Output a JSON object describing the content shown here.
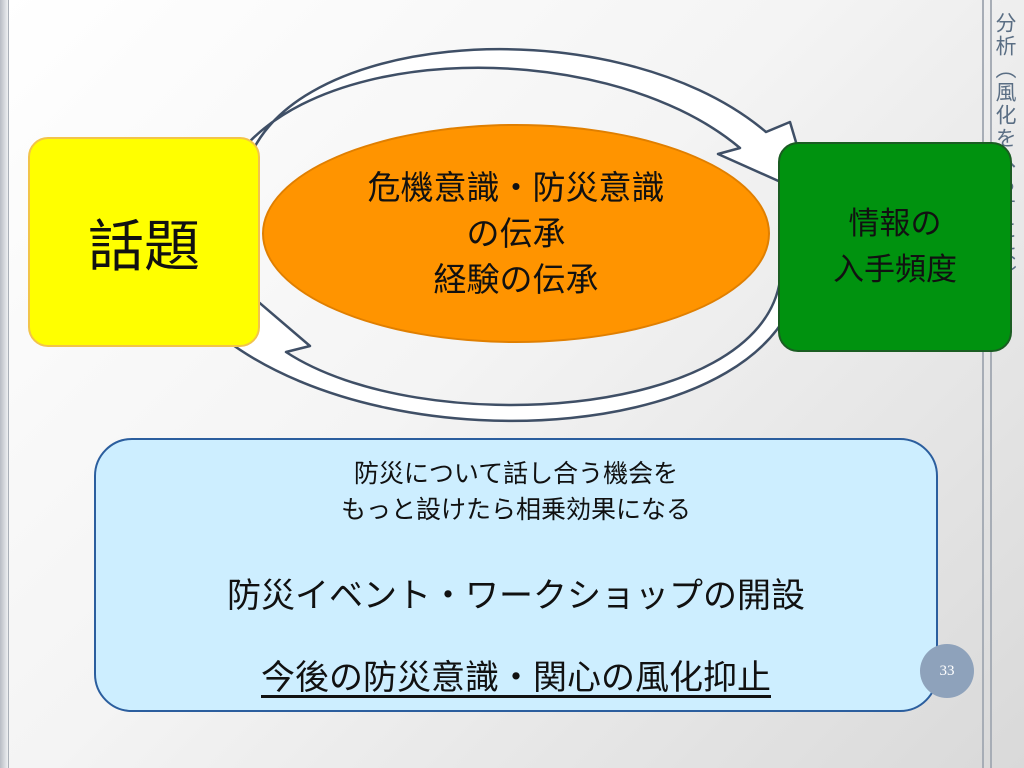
{
  "slide": {
    "vertical_title": "分析（風化をへらすには）",
    "topic_box": "話題",
    "center_ellipse": [
      "危機意識・防災意識",
      "の伝承",
      "経験の伝承"
    ],
    "info_box": [
      "情報の",
      "入手頻度"
    ],
    "bottom": {
      "line1": "防災について話し合う機会を",
      "line2": "もっと設けたら相乗効果になる",
      "line3": "防災イベント・ワークショップの開設",
      "line4": "今後の防災意識・関心の風化抑止"
    },
    "page_number": "33"
  },
  "colors": {
    "topic_fill": "#ffff00",
    "ellipse_fill": "#ff9400",
    "info_fill": "#00920f",
    "bottom_fill": "#cdeeff",
    "bottom_border": "#2b5e9e",
    "page_circle": "#8ea2bb"
  }
}
